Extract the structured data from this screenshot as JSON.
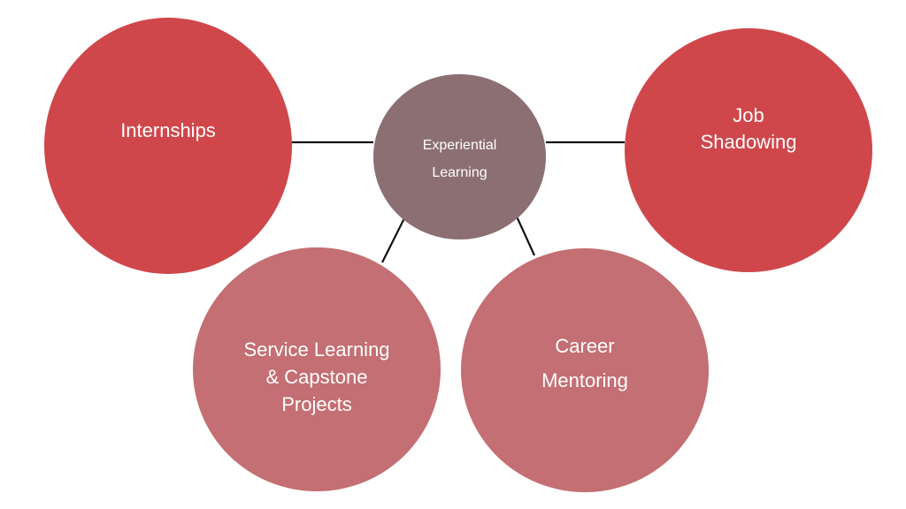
{
  "diagram": {
    "center": {
      "label": "Experiential\nLearning",
      "color": "#8C6F73"
    },
    "nodes": {
      "internships": {
        "label": "Internships",
        "color": "#CF474B"
      },
      "job_shadowing": {
        "label": "Job\nShadowing",
        "color": "#CF474B"
      },
      "service_learning": {
        "label": "Service Learning\n& Capstone\nProjects",
        "color": "#C46F73"
      },
      "career_mentoring": {
        "label": "Career\nMentoring",
        "color": "#C46F73"
      }
    },
    "connector_color": "#111111"
  }
}
